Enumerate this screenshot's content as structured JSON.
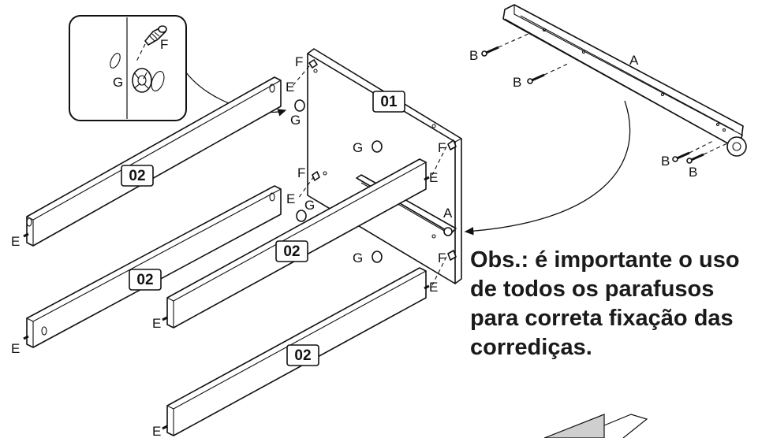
{
  "parts": {
    "panel": "01",
    "rail": "02",
    "slide": "A",
    "screw": "B",
    "pin": "E",
    "bolt": "F",
    "cam": "G"
  },
  "note": {
    "text": "Obs.: é importante o uso\nde todos os parafusos\npara correta fixação das\ncorrediças."
  }
}
